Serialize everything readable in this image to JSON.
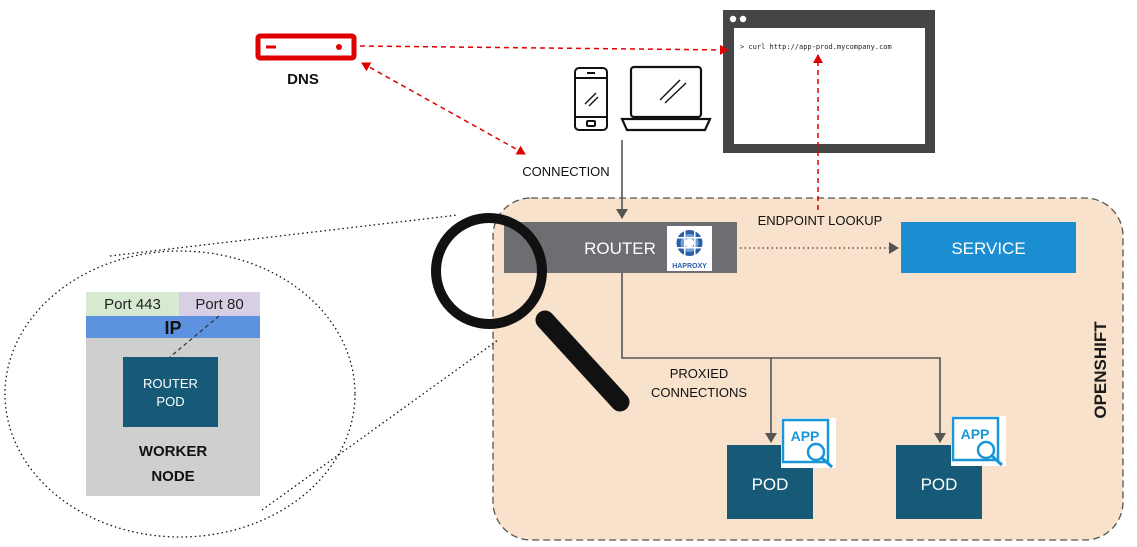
{
  "dns": {
    "label": "DNS"
  },
  "browser": {
    "command": "> curl http://app-prod.mycompany.com"
  },
  "labels": {
    "connection": "CONNECTION",
    "endpoint_lookup": "ENDPOINT LOOKUP",
    "proxied_line1": "PROXIED",
    "proxied_line2": "CONNECTIONS",
    "openshift": "OPENSHIFT"
  },
  "router": {
    "label": "ROUTER",
    "logo_text": "HAPROXY"
  },
  "service": {
    "label": "SERVICE"
  },
  "pods": [
    {
      "label": "POD",
      "badge": "APP"
    },
    {
      "label": "POD",
      "badge": "APP"
    }
  ],
  "worker_node": {
    "port_443": "Port 443",
    "port_80": "Port 80",
    "ip": "IP",
    "router_pod_line1": "ROUTER",
    "router_pod_line2": "POD",
    "node_line1": "WORKER",
    "node_line2": "NODE"
  },
  "colors": {
    "red": "#e00000",
    "openshift_bg": "#f9e2cc",
    "router_gray": "#6d6e71",
    "service_blue": "#1b8ed1",
    "pod_navy": "#165a78",
    "app_blue": "#1a96d6",
    "port443_green": "#d7ead1",
    "port80_purple": "#d8cfe4",
    "ip_blue": "#5c92e0",
    "node_gray": "#cfcfcf",
    "browser_dark": "#454545"
  },
  "icons": [
    "server-icon",
    "phone-icon",
    "laptop-icon",
    "magnifier-icon",
    "haproxy-logo-icon",
    "app-search-icon"
  ]
}
